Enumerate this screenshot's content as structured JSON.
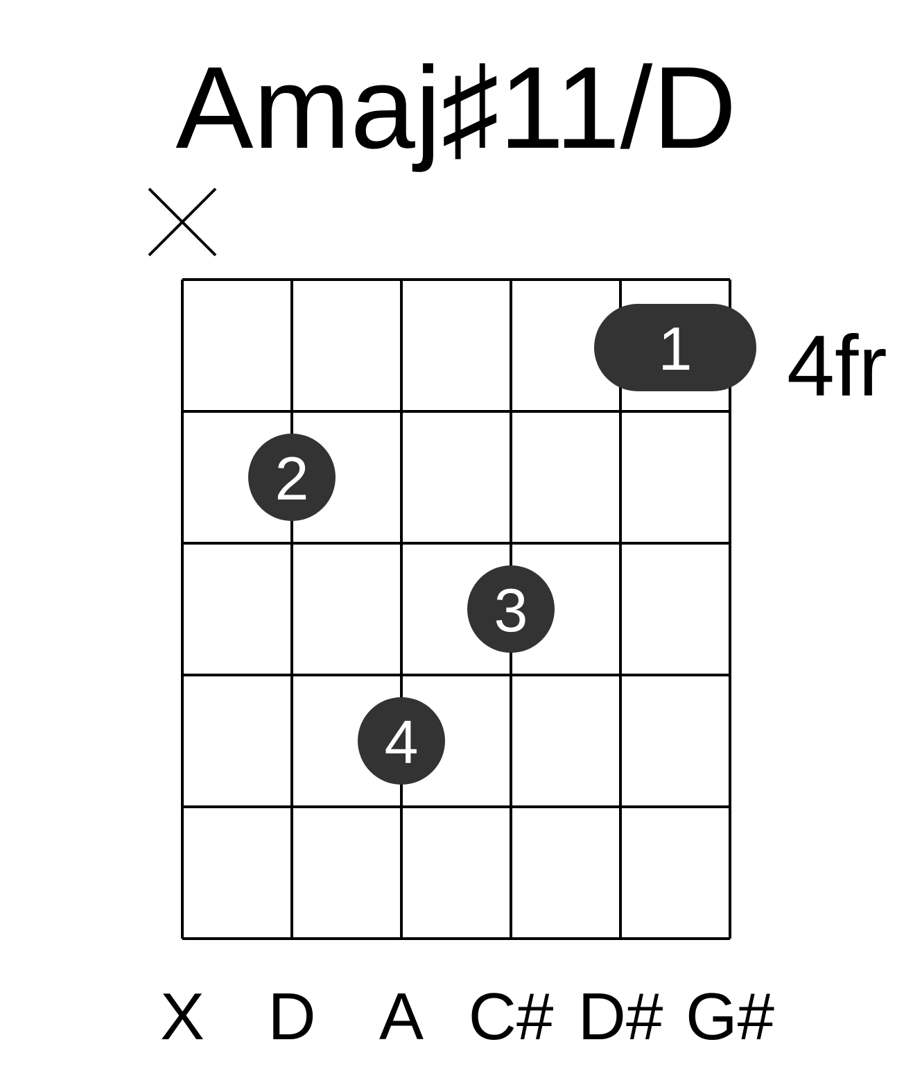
{
  "chord": {
    "name": "Amaj♯11/D",
    "start_fret_label": "4fr"
  },
  "diagram": {
    "strings": 6,
    "frets": 5,
    "string_states": [
      "muted",
      "fretted",
      "fretted",
      "fretted",
      "fretted",
      "fretted"
    ],
    "notes": [
      "X",
      "D",
      "A",
      "C#",
      "D#",
      "G#"
    ],
    "barre": {
      "fret": 1,
      "from_string": 5,
      "to_string": 6,
      "finger": "1"
    },
    "fingers": [
      {
        "string": 2,
        "fret": 2,
        "finger": "2"
      },
      {
        "string": 4,
        "fret": 3,
        "finger": "3"
      },
      {
        "string": 3,
        "fret": 4,
        "finger": "4"
      }
    ]
  },
  "colors": {
    "line": "#000000",
    "dot": "#333333",
    "dot_text": "#ffffff",
    "background": "#ffffff"
  }
}
